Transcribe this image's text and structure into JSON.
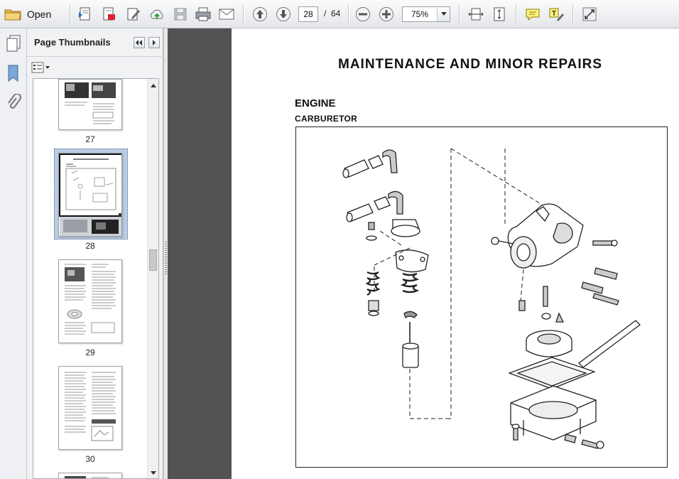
{
  "toolbar": {
    "open_label": "Open",
    "current_page": "28",
    "page_separator": "/",
    "total_pages": "64",
    "zoom": "75%"
  },
  "panel": {
    "title": "Page Thumbnails",
    "thumbnails": [
      {
        "label": "27"
      },
      {
        "label": "28",
        "selected": true
      },
      {
        "label": "29"
      },
      {
        "label": "30"
      }
    ]
  },
  "document": {
    "title": "MAINTENANCE AND MINOR REPAIRS",
    "heading": "ENGINE",
    "subheading": "CARBURETOR",
    "figure": "carburetor-exploded-diagram"
  }
}
